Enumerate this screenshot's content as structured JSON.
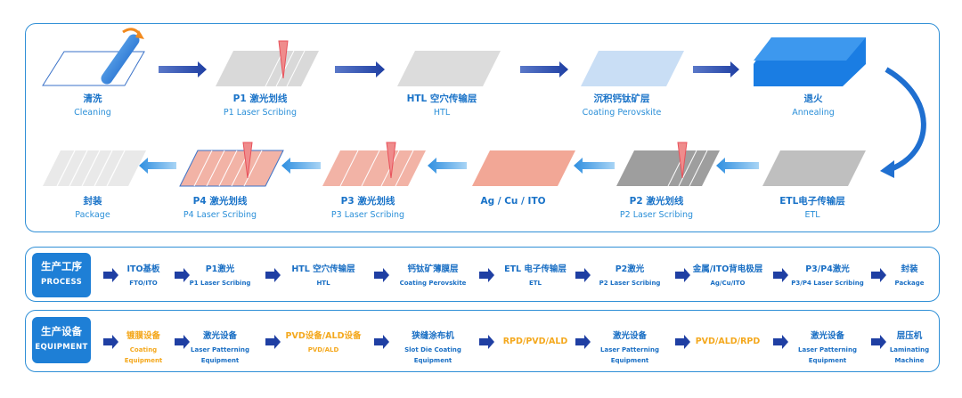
{
  "flow": {
    "steps": [
      {
        "zh": "清洗",
        "en": "Cleaning"
      },
      {
        "zh": "P1 激光划线",
        "en": "P1  Laser Scribing"
      },
      {
        "zh": "HTL 空穴传输层",
        "en": "HTL"
      },
      {
        "zh": "沉积钙钛矿层",
        "en": "Coating Perovskite"
      },
      {
        "zh": "退火",
        "en": "Annealing"
      },
      {
        "zh": "ETL电子传输层",
        "en": "ETL"
      },
      {
        "zh": "P2 激光划线",
        "en": "P2  Laser Scribing"
      },
      {
        "zh": "Ag / Cu /  ITO",
        "en": ""
      },
      {
        "zh": "P3 激光划线",
        "en": "P3  Laser Scribing"
      },
      {
        "zh": "P4 激光划线",
        "en": "P4  Laser Scribing"
      },
      {
        "zh": "封装",
        "en": "Package"
      }
    ]
  },
  "process": {
    "badge_zh": "生产工序",
    "badge_en": "PROCESS",
    "items": [
      {
        "zh": "ITO基板",
        "en": "FTO/ITO"
      },
      {
        "zh": "P1激光",
        "en": "P1  Laser Scribing"
      },
      {
        "zh": "HTL 空穴传输层",
        "en": "HTL"
      },
      {
        "zh": "钙钛矿薄膜层",
        "en": "Coating Perovskite"
      },
      {
        "zh": "ETL 电子传输层",
        "en": "ETL"
      },
      {
        "zh": "P2激光",
        "en": "P2  Laser Scribing"
      },
      {
        "zh": "金属/ITO背电极层",
        "en": "Ag/Cu/ITO"
      },
      {
        "zh": "P3/P4激光",
        "en": "P3/P4  Laser Scribing"
      },
      {
        "zh": "封装",
        "en": "Package"
      }
    ]
  },
  "equipment": {
    "badge_zh": "生产设备",
    "badge_en": "EQUIPMENT",
    "items": [
      {
        "zh": "镀膜设备",
        "en1": "Coating",
        "en2": "Equipment",
        "gold": true
      },
      {
        "zh": "激光设备",
        "en1": "Laser Patterning",
        "en2": "Equipment",
        "gold": false
      },
      {
        "zh": "PVD设备/ALD设备",
        "en1": "PVD/ALD",
        "en2": "",
        "gold": true
      },
      {
        "zh": "狭缝涂布机",
        "en1": "Slot Die Coating",
        "en2": "Equipment",
        "gold": false
      },
      {
        "zh": "RPD/PVD/ALD",
        "en1": "",
        "en2": "",
        "gold": true
      },
      {
        "zh": "激光设备",
        "en1": "Laser Patterning",
        "en2": "Equipment",
        "gold": false
      },
      {
        "zh": "PVD/ALD/RPD",
        "en1": "",
        "en2": "",
        "gold": true
      },
      {
        "zh": "激光设备",
        "en1": "Laser Patterning",
        "en2": "Equipment",
        "gold": false
      },
      {
        "zh": "层压机",
        "en1": "Laminating",
        "en2": "Machine",
        "gold": false
      }
    ]
  },
  "colors": {
    "panel_border": "#2f8fd6",
    "title_blue": "#1a73c8",
    "arrow_navy": "#1f3fa3",
    "arrow_light": "#3a9be0",
    "gold": "#f4a81d",
    "annealing_blue": "#1a7de3",
    "pink": "#f0a898",
    "laser_red": "#e8505a"
  }
}
